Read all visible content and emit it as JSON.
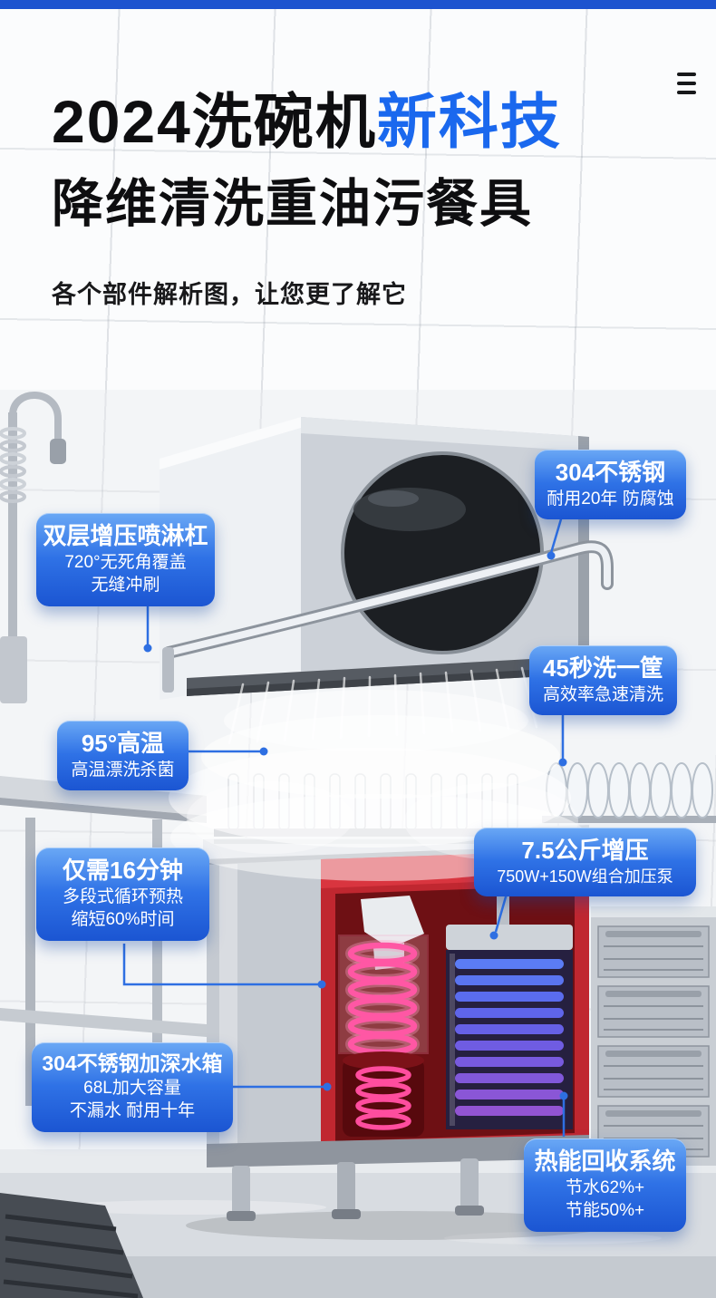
{
  "colors": {
    "top_bar_blue": "#1d53cf",
    "title_accent_blue": "#1a68ee",
    "badge_gradient_top": "#6aa8f5",
    "badge_gradient_bottom": "#1b55d2",
    "leader_line_blue": "#2e6fe2"
  },
  "icons": {
    "menu": "hamburger"
  },
  "header": {
    "title_black": "2024洗碗机",
    "title_accent": "新科技",
    "subtitle": "降维清洗重油污餐具",
    "description": "各个部件解析图，让您更了解它"
  },
  "callouts": [
    {
      "id": "stainless-steel",
      "title": "304不锈钢",
      "lines": [
        "耐用20年 防腐蚀"
      ]
    },
    {
      "id": "spray-arm",
      "title": "双层增压喷淋杠",
      "lines": [
        "720°无死角覆盖",
        "无缝冲刷"
      ]
    },
    {
      "id": "fast-wash",
      "title": "45秒洗一筐",
      "lines": [
        "高效率急速清洗"
      ]
    },
    {
      "id": "high-temp",
      "title": "95°高温",
      "lines": [
        "高温漂洗杀菌"
      ]
    },
    {
      "id": "pressure-pump",
      "title": "7.5公斤增压",
      "lines": [
        "750W+150W组合加压泵"
      ]
    },
    {
      "id": "quick-cycle",
      "title": "仅需16分钟",
      "lines": [
        "多段式循环预热",
        "缩短60%时间"
      ]
    },
    {
      "id": "deep-water-tank",
      "title": "304不锈钢加深水箱",
      "lines": [
        "68L加大容量",
        "不漏水 耐用十年"
      ]
    },
    {
      "id": "heat-recovery",
      "title": "热能回收系统",
      "lines": [
        "节水62%+",
        "节能50%+"
      ]
    }
  ]
}
